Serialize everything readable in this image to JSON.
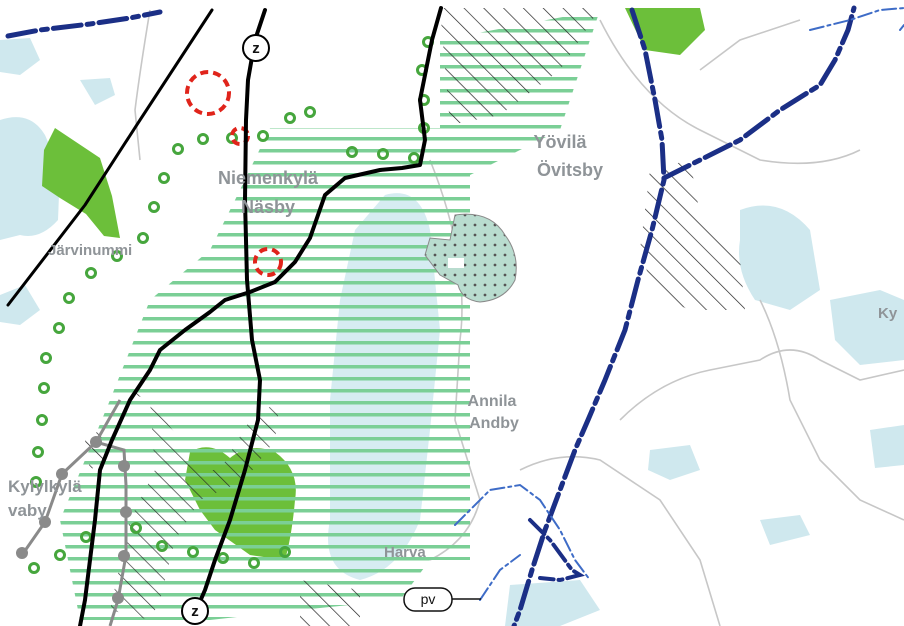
{
  "map": {
    "colors": {
      "water": "#cfe8ee",
      "green_area": "#6cbf3a",
      "hatch_green": "#7bcf96",
      "boundary_blue": "#1b2f86",
      "thin_blue": "#3e6cc7",
      "reserve_circle": "#e0241b",
      "green_dot": "#46a63d",
      "road_gray": "#8a8a8a",
      "place_text": "#8f9498"
    },
    "places": {
      "niemenkyla_fi": "Niemenkylä",
      "niemenkyla_sv": "Näsby",
      "yovila_fi": "Yövilä",
      "yovila_sv": "Övitsby",
      "annila_fi": "Annila",
      "annila_sv": "Andby",
      "jarvinummi": "Järvinummi",
      "kylylakyla_fi": "Kylylkylä",
      "kylylakyla_sv": "vaby",
      "harva": "Harva",
      "right_edge": "Ky"
    },
    "route_markers": [
      "z",
      "z"
    ],
    "pv_label": "pv"
  }
}
